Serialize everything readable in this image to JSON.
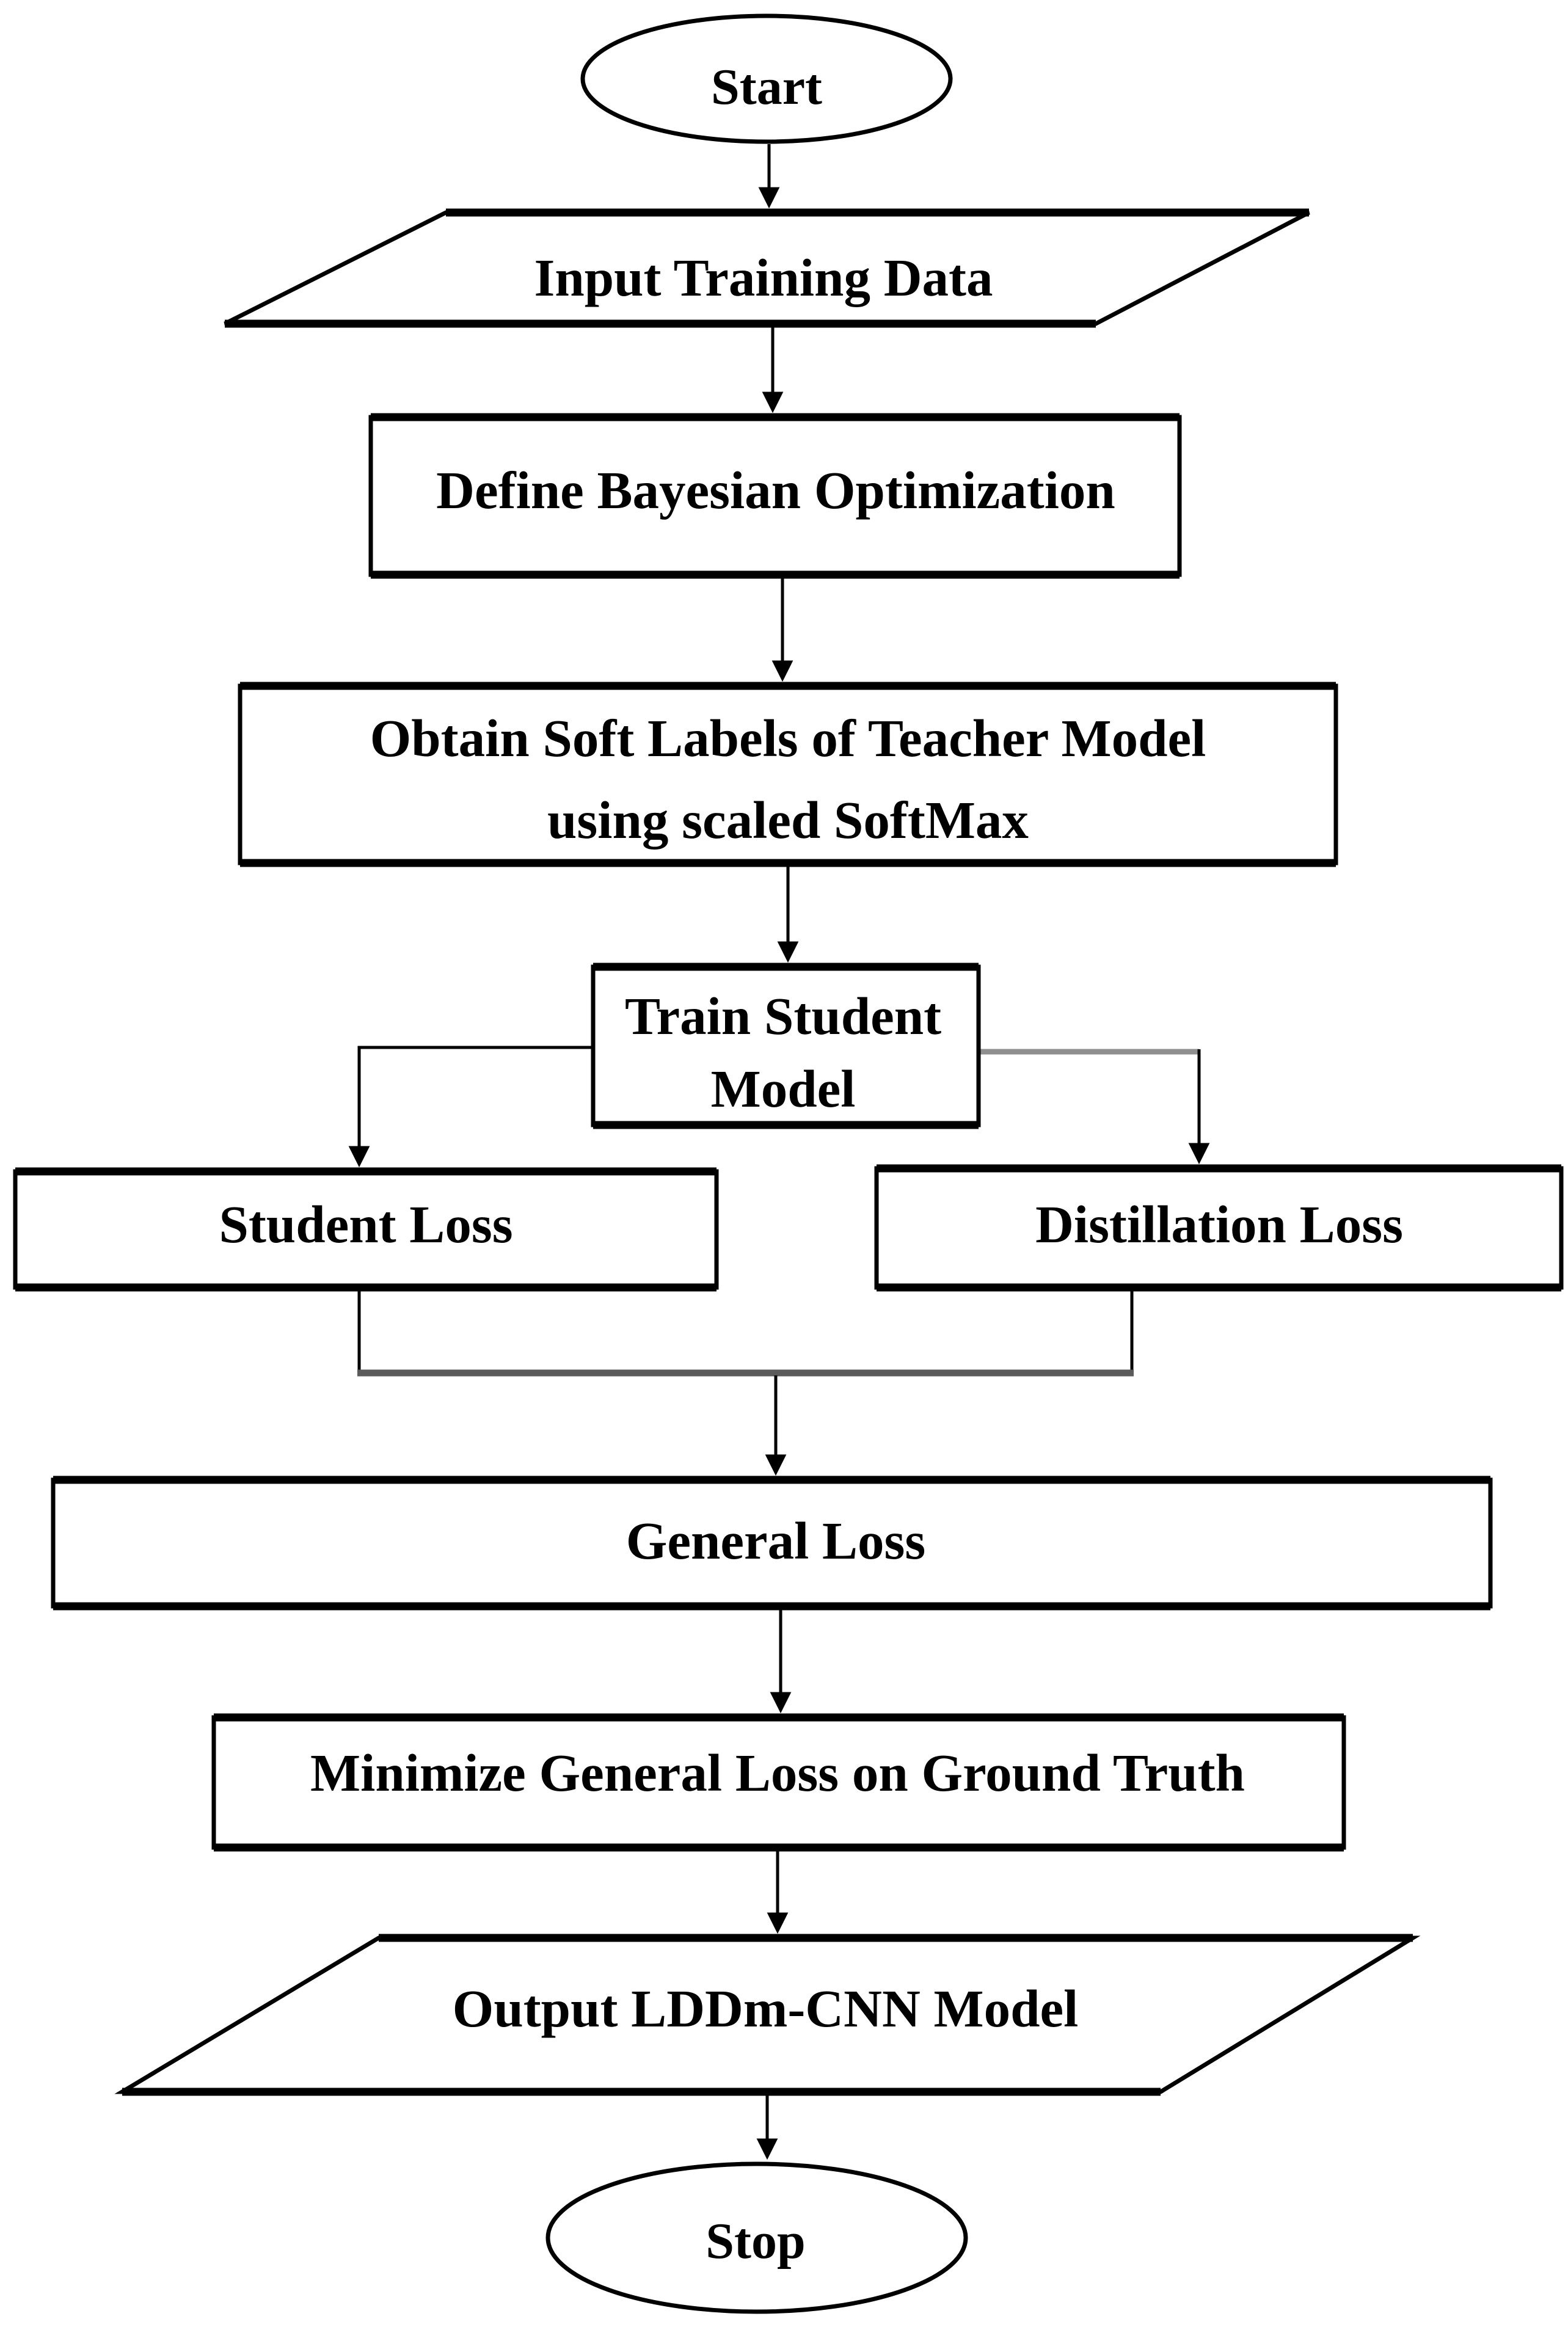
{
  "figure": {
    "background_color": "#ffffff",
    "stroke_color": "#000000",
    "fill_color": "#ffffff",
    "connector_gray": "#8f8f8f"
  },
  "flowchart": {
    "nodes": {
      "start": {
        "shape": "ellipse",
        "label": "Start"
      },
      "input_training_data": {
        "shape": "parallelogram",
        "label": "Input Training Data"
      },
      "define_bayesian_optimization": {
        "shape": "rectangle",
        "label": "Define Bayesian Optimization"
      },
      "obtain_soft_labels": {
        "shape": "rectangle",
        "line1": "Obtain Soft Labels of Teacher Model",
        "line2": "using scaled SoftMax"
      },
      "train_student_model": {
        "shape": "rectangle",
        "line1": "Train Student",
        "line2": "Model"
      },
      "student_loss": {
        "shape": "rectangle",
        "label": "Student Loss"
      },
      "distillation_loss": {
        "shape": "rectangle",
        "label": "Distillation Loss"
      },
      "general_loss": {
        "shape": "rectangle",
        "label": "General Loss"
      },
      "minimize_general_loss": {
        "shape": "rectangle",
        "label": "Minimize General Loss on Ground Truth"
      },
      "output_model": {
        "shape": "parallelogram",
        "label": "Output LDDm-CNN Model"
      },
      "stop": {
        "shape": "ellipse",
        "label": "Stop"
      }
    },
    "edges": [
      {
        "from": "start",
        "to": "input_training_data"
      },
      {
        "from": "input_training_data",
        "to": "define_bayesian_optimization"
      },
      {
        "from": "define_bayesian_optimization",
        "to": "obtain_soft_labels"
      },
      {
        "from": "obtain_soft_labels",
        "to": "train_student_model"
      },
      {
        "from": "train_student_model",
        "to": "student_loss"
      },
      {
        "from": "train_student_model",
        "to": "distillation_loss"
      },
      {
        "from": "student_loss",
        "to": "general_loss"
      },
      {
        "from": "distillation_loss",
        "to": "general_loss"
      },
      {
        "from": "general_loss",
        "to": "minimize_general_loss"
      },
      {
        "from": "minimize_general_loss",
        "to": "output_model"
      },
      {
        "from": "output_model",
        "to": "stop"
      }
    ]
  }
}
